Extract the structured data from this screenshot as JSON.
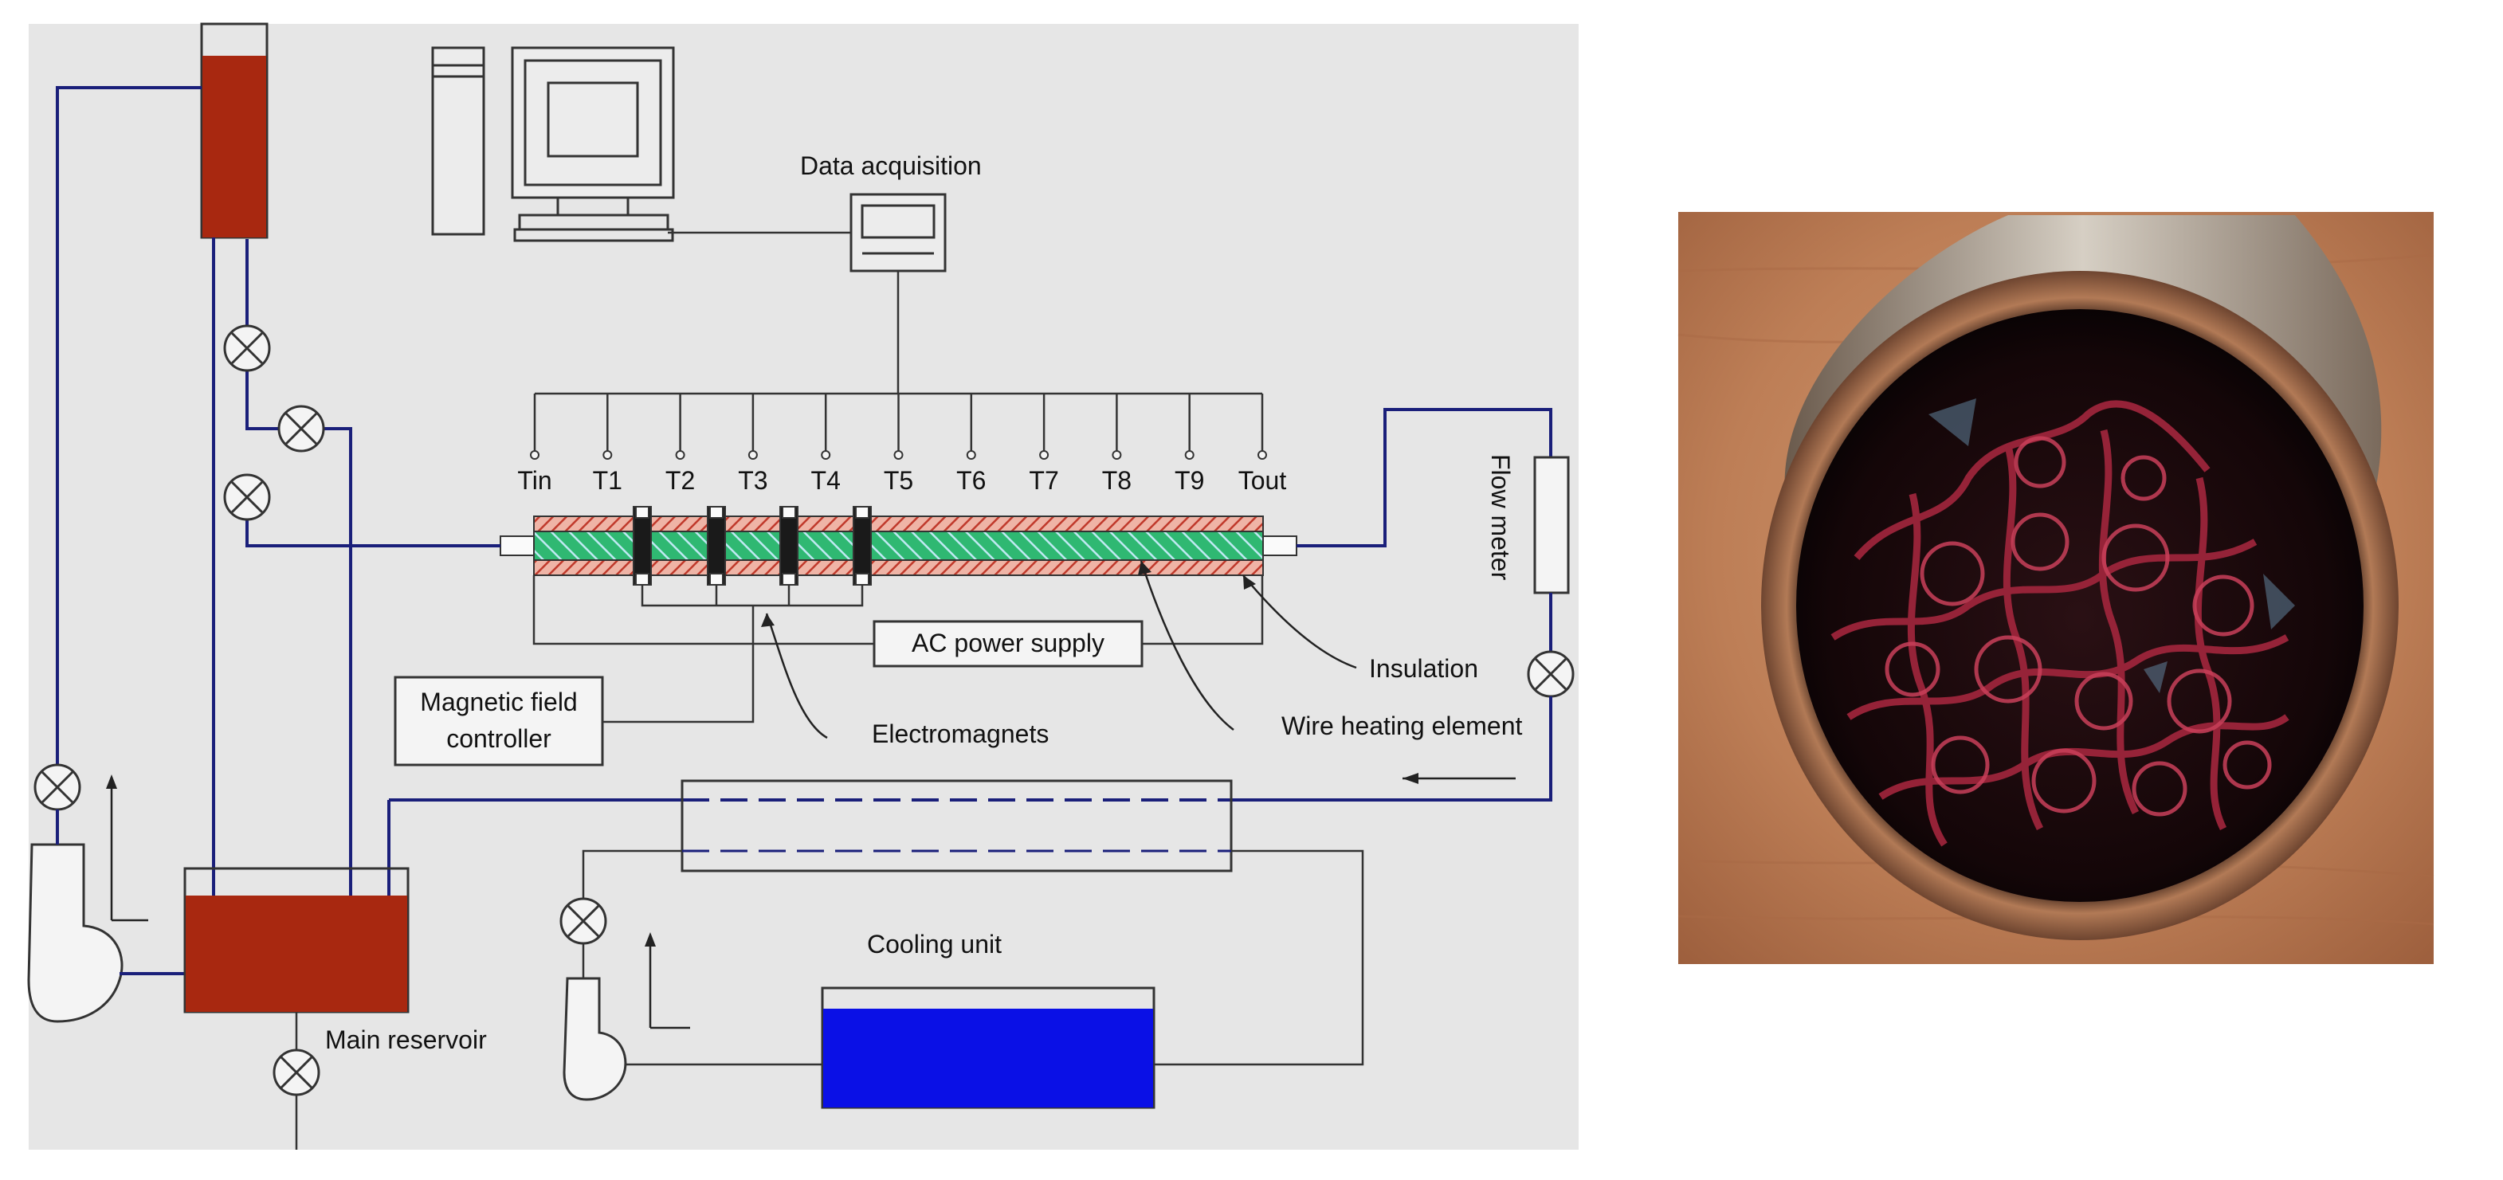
{
  "labels": {
    "data_acquisition": "Data acquisition",
    "flow_meter": "Flow meter",
    "ac_power_supply": "AC power supply",
    "insulation": "Insulation",
    "magnetic_field_controller_line1": "Magnetic field",
    "magnetic_field_controller_line2": "controller",
    "electromagnets": "Electromagnets",
    "wire_heating_element": "Wire heating element",
    "cooling_unit": "Cooling unit",
    "main_reservoir": "Main reservoir"
  },
  "thermocouples": [
    "Tin",
    "T1",
    "T2",
    "T3",
    "T4",
    "T5",
    "T6",
    "T7",
    "T8",
    "T9",
    "Tout"
  ],
  "colors": {
    "background_panel": "#e6e6e6",
    "pipe": "#1a1f7a",
    "reservoir_fluid": "#a82810",
    "cooling_fluid": "#0a10e6",
    "insulation_hatch": "#c0392b",
    "core_green": "#2fb872",
    "core_teal": "#2aa7b5",
    "electromagnet": "#1a1a1a"
  },
  "photo": {
    "subject": "metal-foam-filled-tube"
  }
}
